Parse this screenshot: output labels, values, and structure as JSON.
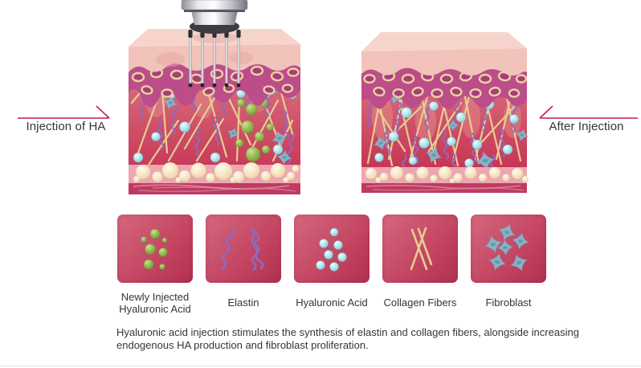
{
  "page": {
    "background": "#ffffff",
    "text_color": "#3a3335",
    "accent_color": "#c01f4c",
    "divider_color": "#f0dbdb"
  },
  "before_panel": {
    "label": "Injection of HA"
  },
  "after_panel": {
    "label": "After Injection"
  },
  "legend": {
    "box_gradient_start": "#d4687e",
    "box_gradient_end": "#b13050",
    "items": [
      {
        "id": "newly-injected-ha",
        "lines": [
          "Newly Injected",
          "Hyaluronic Acid"
        ],
        "symbol": "green-spheres",
        "symbol_color": "#85ab41"
      },
      {
        "id": "elastin",
        "lines": [
          "Elastin"
        ],
        "symbol": "purple-squiggles",
        "symbol_color": "#9268bd"
      },
      {
        "id": "hyaluronic-acid",
        "lines": [
          "Hyaluronic Acid"
        ],
        "symbol": "cyan-spheres",
        "symbol_color": "#8fd2dd"
      },
      {
        "id": "collagen-fibers",
        "lines": [
          "Collagen Fibers"
        ],
        "symbol": "tan-lines",
        "symbol_color": "#e6cd94"
      },
      {
        "id": "fibroblast",
        "lines": [
          "Fibroblast"
        ],
        "symbol": "star-cells",
        "symbol_color": "#8fadca"
      }
    ]
  },
  "caption": "Hyaluronic acid injection stimulates the synthesis of elastin and collagen fibers, alongside increasing endogenous HA production and fibroblast proliferation.",
  "illustration": {
    "needle_count": 5,
    "skin_palette": {
      "epidermis": "#f1c3bb",
      "top_face": "#f6d4cc",
      "basal_layer": "#bc4d8a",
      "cell_ring": "#e9d49d",
      "dermis_top": "#e0808e",
      "dermis_bottom": "#c22c50",
      "fat_band": "#eca7b0",
      "fat_globule": "#f6e6c4",
      "muscle": "#c03a62"
    }
  }
}
